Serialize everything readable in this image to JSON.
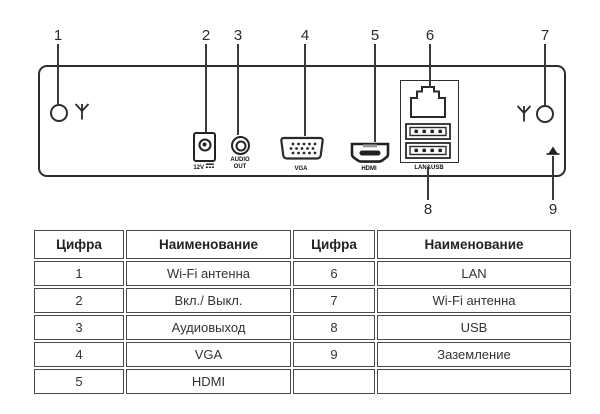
{
  "colors": {
    "ink": "#2e2e2e",
    "table_border": "#4a4a4a"
  },
  "diagram": {
    "numbers": [
      "1",
      "2",
      "3",
      "4",
      "5",
      "6",
      "7",
      "8",
      "9"
    ],
    "port_labels": {
      "power": "12V",
      "audio_line1": "AUDIO",
      "audio_line2": "OUT",
      "vga": "VGA",
      "hdmi": "HDMI",
      "lan_usb": "LAN&USB"
    }
  },
  "table": {
    "headers": [
      "Цифра",
      "Наименование",
      "Цифра",
      "Наименование"
    ],
    "rows": [
      [
        "1",
        "Wi-Fi антенна",
        "6",
        "LAN"
      ],
      [
        "2",
        "Вкл./ Выкл.",
        "7",
        "Wi-Fi антенна"
      ],
      [
        "3",
        "Аудиовыход",
        "8",
        "USB"
      ],
      [
        "4",
        "VGA",
        "9",
        "Заземление"
      ],
      [
        "5",
        "HDMI",
        "",
        ""
      ]
    ]
  }
}
